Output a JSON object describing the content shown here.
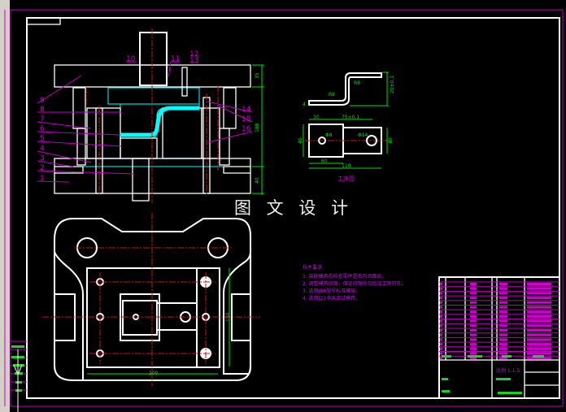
{
  "watermark": "图 文 设 计",
  "section_view": {
    "part_labels": [
      "1",
      "2",
      "3",
      "4",
      "5",
      "6",
      "7",
      "8",
      "9",
      "10",
      "11",
      "12",
      "13",
      "14",
      "15",
      "16"
    ],
    "dimensions": {
      "top_plate": "35",
      "total_height": "188",
      "bottom_plate": "40"
    }
  },
  "process_drawing": {
    "title": "工序图",
    "dimensions": {
      "bend_r1": "R8",
      "bend_r2": "R8",
      "height": "20±0.1",
      "thickness": "4",
      "left": "30",
      "span": "75±0.1",
      "hole_small": "Φ8",
      "hole_large": "Φ14",
      "width": "40",
      "half": "60",
      "total": "110",
      "right_width": "40"
    }
  },
  "plan_view": {
    "dimensions": {
      "width": "200",
      "height": "150"
    }
  },
  "technical_requirements": {
    "title": "技术要求",
    "items": [
      "1. 装配模具前检查零件是否符合图纸。",
      "2. 调整模具间隙，保证间隙均匀后加工销钉孔。",
      "3. 选用JB8型号标准模架。",
      "4. 选用J23冲床调试模具。"
    ]
  },
  "title_block": {
    "scale": "比例  1:1.5"
  },
  "colors": {
    "outline": "#ffffff",
    "hatch": "#00ffff",
    "centerline": "#d01010",
    "dimension": "#00e000",
    "label": "#d000d0"
  }
}
